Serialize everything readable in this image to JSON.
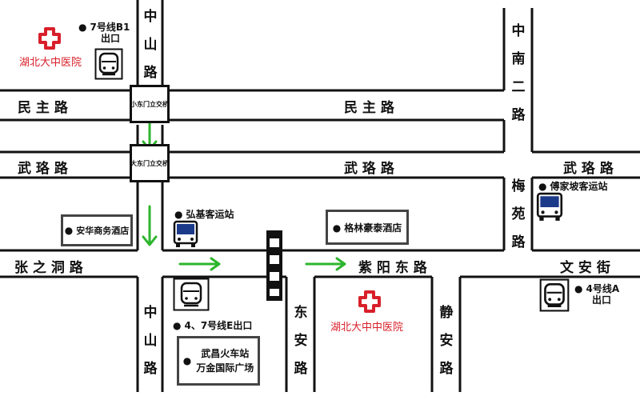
{
  "roads": {
    "minzhu_left": "民 主 路",
    "minzhu_mid": "民 主 路",
    "wuluo_left": "武 珞 路",
    "wuluo_mid": "武 珞 路",
    "wuluo_right": "武 珞 路",
    "zhangzhidong": "张 之 洞 路",
    "ziyang_east": "紫 阳 东 路",
    "wenan": "文 安 街",
    "zhongshan_top": "中山路",
    "zhongshan_bottom": "中山路",
    "zhongnan_2": "中南二路",
    "meiyuan": "梅苑路",
    "dongan": "东安路",
    "jingan": "静安路"
  },
  "bridges": {
    "xiaodongmen": "小东门立交桥",
    "dadongmen": "大东门立交桥"
  },
  "pois": {
    "line7_b1_exit": [
      "7号线B1",
      "出口"
    ],
    "hospital_top": "湖北大中医院",
    "anhua_hotel": "安华商务酒店",
    "hongji_bus": "弘基客运站",
    "gelin_hotel": "格林豪泰酒店",
    "fujiapo_bus": "傅家坡客运站",
    "line4_a_exit": [
      "4号线A",
      "出口"
    ],
    "line47_e_exit": "4、7号线E出口",
    "wuchang_station": [
      "武昌火车站",
      "万金国际广场"
    ],
    "hospital_bottom": "湖北大中中医院"
  },
  "colors": {
    "road_edge": "#111111",
    "arrow": "#2db52d",
    "hospital": "#d8202a",
    "box_border": "#444444"
  },
  "icons": [
    "hospital-cross-icon",
    "metro-icon",
    "bus-icon",
    "crosswalk-icon",
    "arrow-icon"
  ]
}
